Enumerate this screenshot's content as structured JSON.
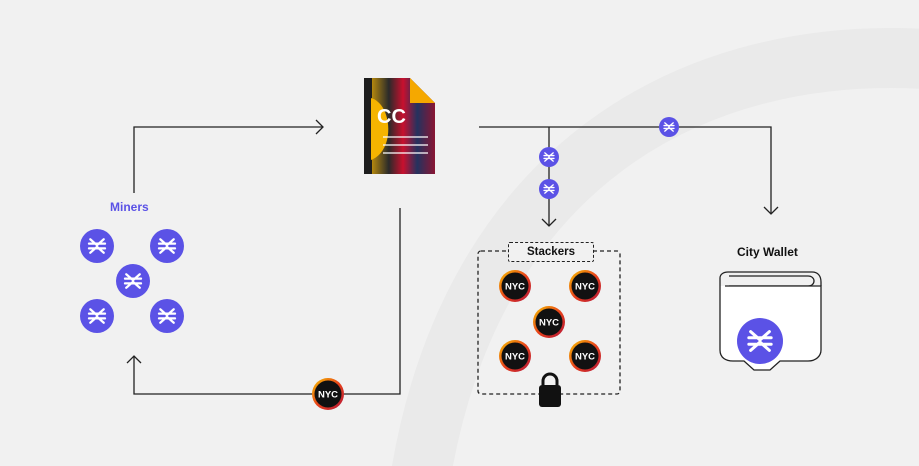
{
  "labels": {
    "miners": "Miners",
    "stackers": "Stackers",
    "city_wallet": "City Wallet"
  },
  "tokens": {
    "nyc": "NYC",
    "contract_logo": "CC"
  },
  "colors": {
    "background": "#f1f1f1",
    "stacks_purple": "#5b52e6",
    "miners_label": "#5b52e6",
    "nyc_black": "#111111",
    "arrow_line": "#222222"
  },
  "icons": {
    "miner_token": "stacks-logo-icon",
    "stackers_lock": "lock-icon",
    "city_wallet": "wallet-icon",
    "smart_contract": "document-icon"
  }
}
